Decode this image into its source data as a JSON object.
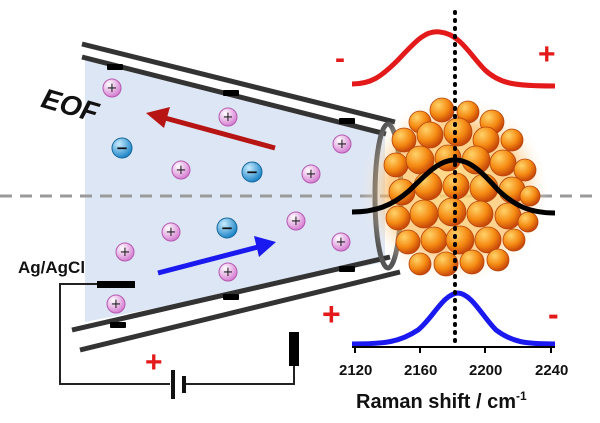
{
  "labels": {
    "eof": "EOF",
    "electrode": "Ag/AgCl",
    "battery_plus": "+",
    "wall_charge": "−",
    "cation": "+",
    "anion": "−"
  },
  "spectra": {
    "top": {
      "color": "#e41a1a",
      "left_sign": "-",
      "right_sign": "+"
    },
    "middle": {
      "color": "#000000"
    },
    "bottom": {
      "color": "#1a1af0",
      "left_sign": "+",
      "right_sign": "-"
    }
  },
  "axis": {
    "ticks": [
      "2120",
      "2160",
      "2200",
      "2240"
    ],
    "xlabel_main": "Raman shift / cm",
    "xlabel_sup": "-1"
  },
  "colors": {
    "channel_fill": "#dde6f4",
    "wall": "#333333",
    "cation": "#e9a7e6",
    "anion": "#3fa9dc",
    "flow_arrow": "#b71414",
    "current_arrow": "#1a1af0",
    "particle": "#f07a10",
    "centerline": "#999999"
  }
}
